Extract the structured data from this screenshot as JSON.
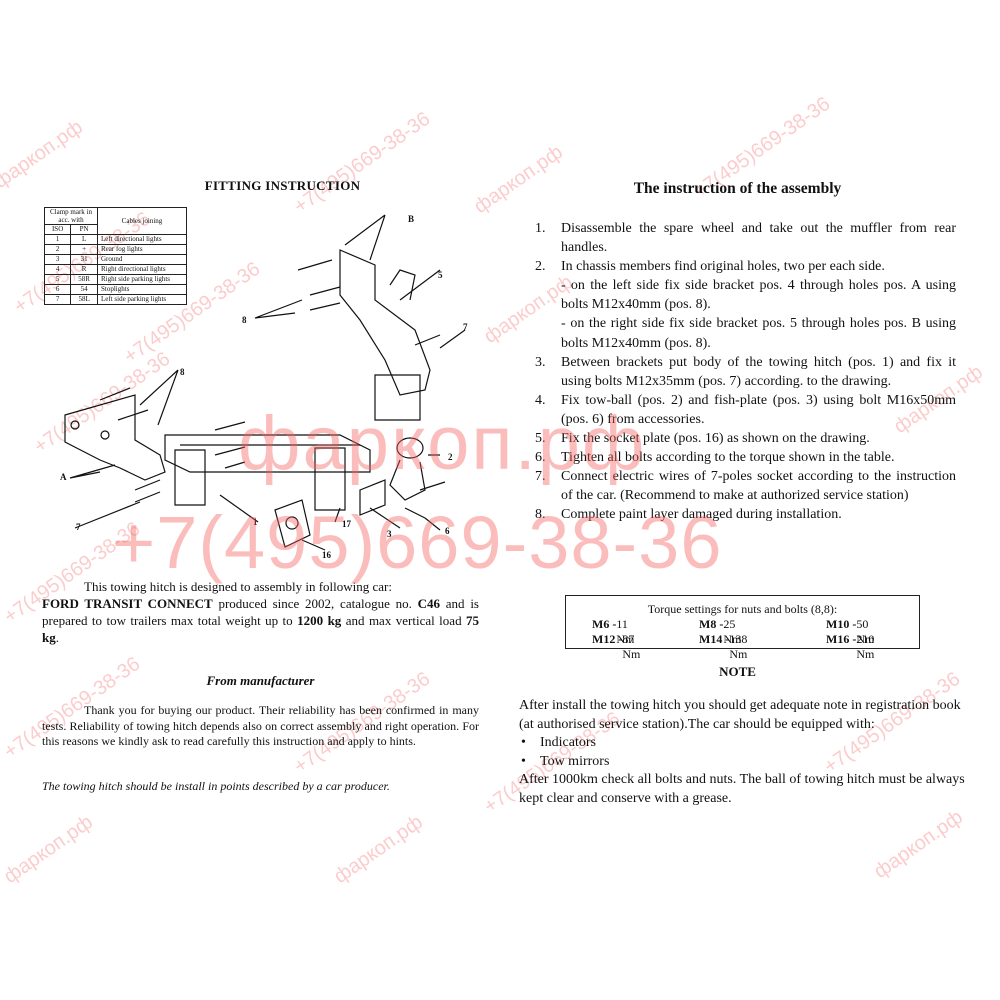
{
  "left_page": {
    "title": "FITTING INSTRUCTION",
    "table": {
      "header_clamp": "Clamp mark in acc. with",
      "header_iso": "ISO",
      "header_pn": "PN",
      "header_cables": "Cables joining",
      "rows": [
        {
          "iso": "1",
          "pn": "L",
          "desc": "Left directional lights"
        },
        {
          "iso": "2",
          "pn": "+",
          "desc": "Rear fog lights"
        },
        {
          "iso": "3",
          "pn": "31",
          "desc": "Ground"
        },
        {
          "iso": "4",
          "pn": "R",
          "desc": "Right directional lights"
        },
        {
          "iso": "5",
          "pn": "58R",
          "desc": "Right side parking lights"
        },
        {
          "iso": "6",
          "pn": "54",
          "desc": "Stoplights"
        },
        {
          "iso": "7",
          "pn": "58L",
          "desc": "Left side parking lights"
        }
      ]
    },
    "diagram_labels": [
      "B",
      "5",
      "7",
      "8",
      "8",
      "A",
      "2",
      "7",
      "1",
      "17",
      "3",
      "6",
      "16"
    ],
    "car_text": {
      "line1": "This towing hitch is designed to assembly in following car:",
      "car": "FORD TRANSIT CONNECT",
      "mid": " produced since 2002, catalogue no. ",
      "catalogue": "C46",
      "mid2": " and is prepared to tow trailers max total weight up to ",
      "weight": "1200 kg",
      "mid3": " and max vertical load ",
      "load": "75 kg",
      "end": "."
    },
    "manufacturer": {
      "title": "From manufacturer",
      "text": "Thank you for buying our product. Their reliability has been confirmed in many tests. Reliability of towing hitch depends also on correct assembly and right operation. For this reasons we kindly ask to read carefully this instruction and apply to hints.",
      "note": "The towing hitch should be install in points described by a car producer."
    }
  },
  "right_page": {
    "title": "The instruction of the assembly",
    "steps": [
      {
        "num": "1.",
        "text": "Disassemble the spare wheel and take out the muffler from rear handles."
      },
      {
        "num": "2.",
        "text": "In chassis members find original holes, two per each side.",
        "sub1": "- on the left side fix side bracket pos. 4 through holes pos. A using bolts  M12x40mm (pos. 8).",
        "sub2": "- on the right side fix side bracket pos. 5 through holes pos. B using bolts  M12x40mm (pos. 8)."
      },
      {
        "num": "3.",
        "text": "Between brackets put body of the towing hitch (pos. 1) and fix it using bolts M12x35mm (pos. 7) according. to the drawing."
      },
      {
        "num": "4.",
        "text": "Fix tow-ball (pos. 2) and fish-plate (pos. 3) using bolt M16x50mm (pos. 6) from accessories."
      },
      {
        "num": "5.",
        "text": "Fix the socket plate (pos. 16) as shown on the drawing."
      },
      {
        "num": "6.",
        "text": "Tighten all bolts according to the torque shown in the table."
      },
      {
        "num": "7.",
        "text": "Connect electric wires of 7-poles socket according to the instruction of the car. (Recommend to make at authorized service station)"
      },
      {
        "num": "8.",
        "text": "Complete paint layer damaged during installation."
      }
    ],
    "torque": {
      "title": "Torque settings for nuts and bolts (8,8):",
      "items": [
        {
          "size": "M6 -",
          "value": " 11 Nm"
        },
        {
          "size": "M8 -",
          "value": " 25 Nm"
        },
        {
          "size": "M10 -",
          "value": " 50 Nm"
        },
        {
          "size": "M12 -",
          "value": " 87 Nm"
        },
        {
          "size": "M14 -",
          "value": " 138 Nm"
        },
        {
          "size": "M16 -",
          "value": " 210 Nm"
        }
      ]
    },
    "note": {
      "title": "NOTE",
      "text1": "After install the towing hitch you should get adequate note in registration book (at authorised service station).The car should be equipped with:",
      "bullets": [
        "Indicators",
        "Tow mirrors"
      ],
      "text2": "After 1000km check all bolts and nuts. The ball of towing hitch must be always kept clear and conserve with a grease."
    }
  },
  "watermark": {
    "brand": "фаркоп.рф",
    "phone": "+7(495)669-38-36",
    "color": "#f55f5f"
  }
}
